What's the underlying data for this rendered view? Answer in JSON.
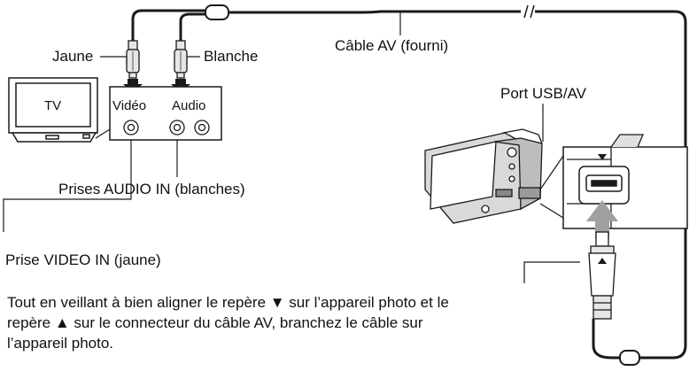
{
  "labels": {
    "jaune": "Jaune",
    "blanche": "Blanche",
    "cable": "Câble AV (fourni)",
    "tv": "TV",
    "video": "Vidéo",
    "audio": "Audio",
    "port": "Port USB/AV",
    "audio_in": "Prises AUDIO IN (blanches)",
    "video_in": "Prise VIDEO IN (jaune)"
  },
  "note": {
    "line1": "Tout en veillant à bien aligner le repère ▼ sur l’appareil photo et le",
    "line2": "repère ▲ sur le connecteur du câble AV, branchez le câble sur",
    "line3": "l’appareil photo."
  },
  "colors": {
    "line": "#1a1a1a",
    "arrow": "#a0a0a0",
    "plug": "#e6e6e6"
  }
}
